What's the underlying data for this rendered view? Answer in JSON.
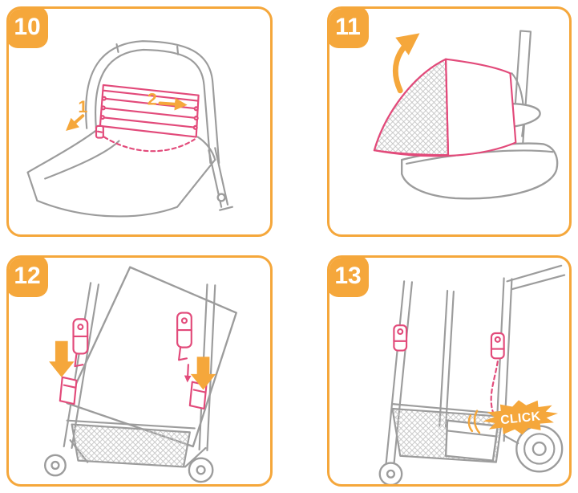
{
  "document": {
    "type": "stroller-instruction-sheet",
    "background": "#FFFFFF"
  },
  "colors": {
    "accent_orange": "#F5A73B",
    "highlight_pink": "#E24A7A",
    "line_gray": "#9C9C9C"
  },
  "panels": [
    {
      "number": "10",
      "illustration": "carrycot-apron-panel-attach",
      "step_labels": {
        "one": "1",
        "two": "2"
      }
    },
    {
      "number": "11",
      "illustration": "carrycot-canopy-raise"
    },
    {
      "number": "12",
      "illustration": "stroller-adapters-insert-down"
    },
    {
      "number": "13",
      "illustration": "stroller-adapters-locked",
      "callout": "CLICK"
    }
  ]
}
